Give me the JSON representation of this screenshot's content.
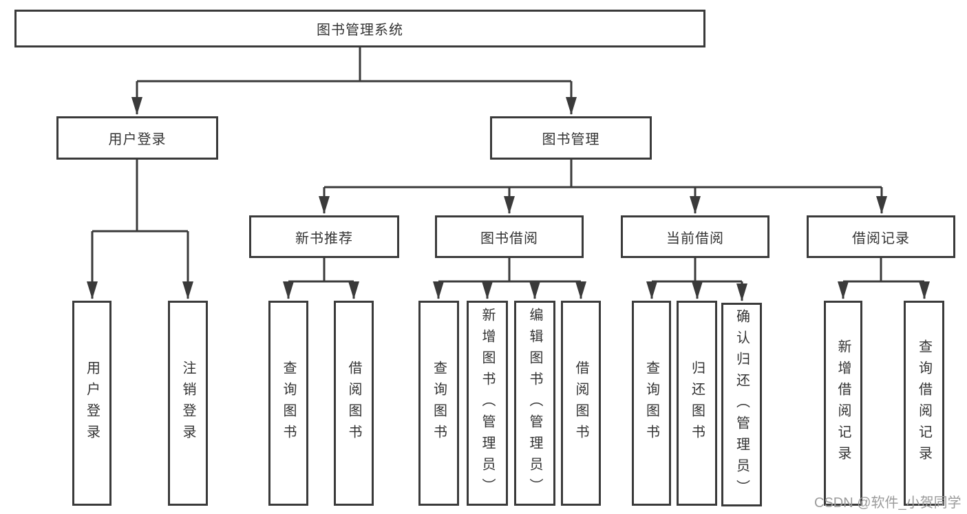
{
  "colors": {
    "line": "#3a3a3a",
    "text": "#333333",
    "box_bg": "#ffffff",
    "background": "#ffffff",
    "watermark": "#9b9b9b"
  },
  "nodes": {
    "root": "图书管理系统",
    "user_login": "用户登录",
    "book_mgmt": "图书管理",
    "new_book_rec": "新书推荐",
    "book_borrow": "图书借阅",
    "current_borrow": "当前借阅",
    "borrow_record": "借阅记录",
    "leaf_user_login": "用户登录",
    "leaf_logout": "注销登录",
    "leaf_rec_query": "查询图书",
    "leaf_rec_borrow": "借阅图书",
    "leaf_bb_query": "查询图书",
    "leaf_bb_add": "新增图书（管理员）",
    "leaf_bb_edit": "编辑图书（管理员）",
    "leaf_bb_borrow": "借阅图书",
    "leaf_cb_query": "查询图书",
    "leaf_cb_return": "归还图书",
    "leaf_cb_confirm": "确认归还（管理员）",
    "leaf_br_add": "新增借阅记录",
    "leaf_br_query": "查询借阅记录"
  },
  "watermark": "CSDN @软件_小贺同学"
}
